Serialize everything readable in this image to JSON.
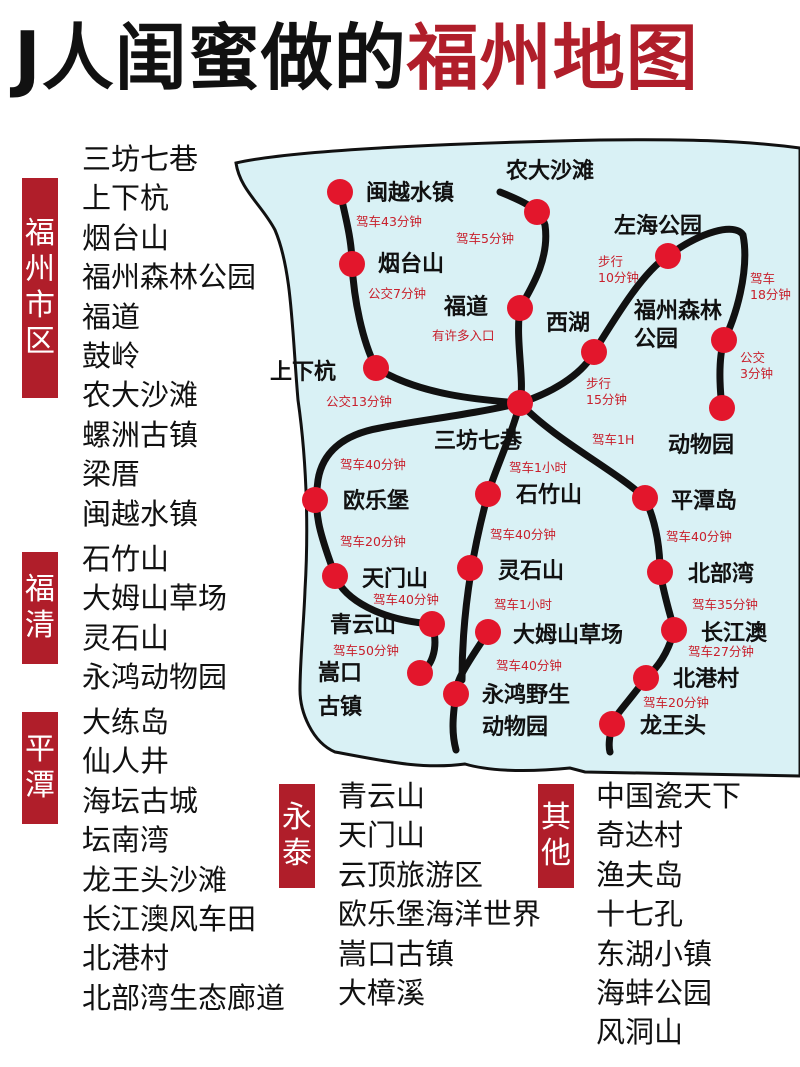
{
  "title": {
    "part1": "J人闺蜜做的",
    "part2": "福州地图"
  },
  "colors": {
    "accent": "#b01e2a",
    "map_fill": "#d9f1f5",
    "station": "#e3162c",
    "route_label": "#c8202c"
  },
  "sections": [
    {
      "tag": [
        "福",
        "州",
        "市",
        "区"
      ],
      "items": [
        "三坊七巷",
        "上下杭",
        "烟台山",
        "福州森林公园",
        "福道",
        "鼓岭",
        "农大沙滩",
        "螺洲古镇",
        "梁厝",
        "闽越水镇"
      ]
    },
    {
      "tag": [
        "福",
        "清"
      ],
      "items": [
        "石竹山",
        "大姆山草场",
        "灵石山",
        "永鸿动物园"
      ]
    },
    {
      "tag": [
        "平",
        "潭"
      ],
      "items": [
        "大练岛",
        "仙人井",
        "海坛古城",
        "坛南湾",
        "龙王头沙滩",
        "长江澳风车田",
        "北港村",
        "北部湾生态廊道"
      ]
    },
    {
      "tag": [
        "永",
        "泰"
      ],
      "items": [
        "青云山",
        "天门山",
        "云顶旅游区",
        "欧乐堡海洋世界",
        "嵩口古镇",
        "大樟溪"
      ]
    },
    {
      "tag": [
        "其",
        "他"
      ],
      "items": [
        "中国瓷天下",
        "奇达村",
        "渔夫岛",
        "十七孔",
        "东湖小镇",
        "海蚌公园",
        "风洞山"
      ]
    }
  ],
  "map": {
    "stations": [
      {
        "id": "minyue",
        "name": "闽越水镇"
      },
      {
        "id": "nongda",
        "name": "农大沙滩"
      },
      {
        "id": "zuohai",
        "name": "左海公园"
      },
      {
        "id": "yantai",
        "name": "烟台山"
      },
      {
        "id": "fudao",
        "name": "福道"
      },
      {
        "id": "xihu",
        "name": "西湖"
      },
      {
        "id": "senlin",
        "name": "福州森林公园"
      },
      {
        "id": "shangxia",
        "name": "上下杭"
      },
      {
        "id": "sanfang",
        "name": "三坊七巷"
      },
      {
        "id": "zoo",
        "name": "动物园"
      },
      {
        "id": "olebao",
        "name": "欧乐堡"
      },
      {
        "id": "shizhu",
        "name": "石竹山"
      },
      {
        "id": "pingtan",
        "name": "平潭岛"
      },
      {
        "id": "tianmen",
        "name": "天门山"
      },
      {
        "id": "lingshi",
        "name": "灵石山"
      },
      {
        "id": "beibu",
        "name": "北部湾"
      },
      {
        "id": "qingyun",
        "name": "青云山"
      },
      {
        "id": "damu",
        "name": "大姆山草场"
      },
      {
        "id": "changjiang",
        "name": "长江澳"
      },
      {
        "id": "songkou",
        "name": "嵩口古镇"
      },
      {
        "id": "yonghong",
        "name": "永鸿野生动物园"
      },
      {
        "id": "beigang",
        "name": "北港村"
      },
      {
        "id": "longwang",
        "name": "龙王头"
      }
    ],
    "routes": [
      "驾车43分钟",
      "驾车5分钟",
      "公交7分钟",
      "步行\n10分钟",
      "驾车\n18分钟",
      "有许多入口",
      "公交\n3分钟",
      "公交13分钟",
      "步行\n15分钟",
      "驾车1H",
      "驾车40分钟",
      "驾车1小时",
      "驾车20分钟",
      "驾车40分钟",
      "驾车40分钟",
      "驾车40分钟",
      "驾车1小时",
      "驾车35分钟",
      "驾车50分钟",
      "驾车27分钟",
      "驾车40分钟",
      "驾车20分钟"
    ]
  }
}
